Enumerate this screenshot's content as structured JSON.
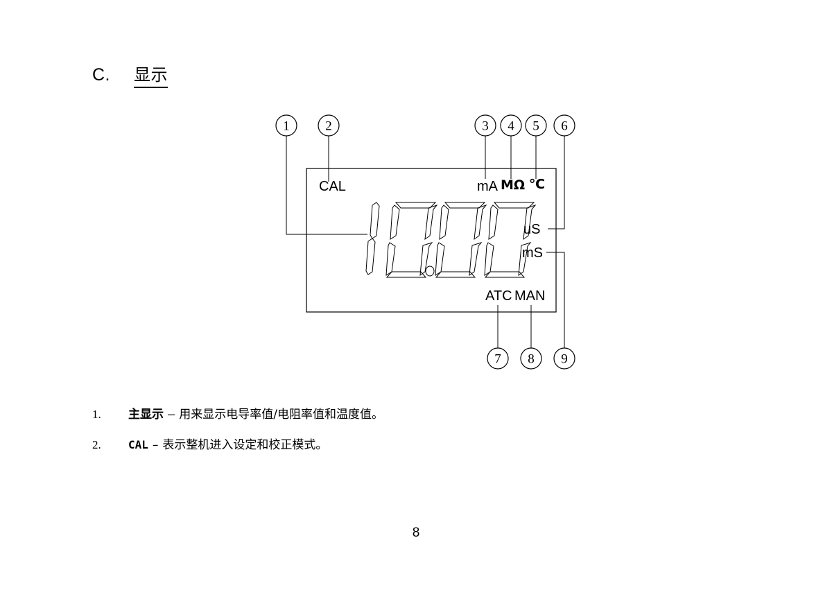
{
  "heading": {
    "letter": "C.",
    "title": "显示"
  },
  "figure": {
    "caption_callouts": [
      "1",
      "2",
      "3",
      "4",
      "5",
      "6",
      "7",
      "8",
      "9"
    ],
    "lcd": {
      "cal": "CAL",
      "ma": "mA",
      "mohm": "MΩ",
      "degc": "℃",
      "us": "uS",
      "ms": "mS",
      "atc": "ATC",
      "man": "MAN",
      "main_digits": "1 0 . 0 0",
      "digit_count": 4,
      "decimal_point_after_digit": 2
    }
  },
  "list": [
    {
      "number": "1.",
      "term": "主显示",
      "dash": "–",
      "description": "用来显示电导率值/电阻率值和温度值。"
    },
    {
      "number": "2.",
      "term": "CAL",
      "dash": "–",
      "description": "表示整机进入设定和校正模式。"
    }
  ],
  "footer": {
    "page_number": "8"
  },
  "colors": {
    "ink": "#000000",
    "paper": "#ffffff"
  }
}
